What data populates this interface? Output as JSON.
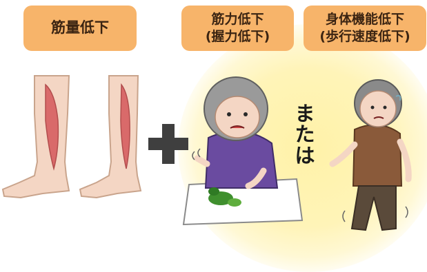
{
  "labels": {
    "muscle_mass": "筋量低下",
    "strength_line1": "筋力低下",
    "strength_line2": "(握力低下)",
    "physical_line1": "身体機能低下",
    "physical_line2": "(歩行速度低下)"
  },
  "connector": {
    "or_chars": [
      "ま",
      "た",
      "は"
    ]
  },
  "icons": {
    "legs": "legs-muscle-icon",
    "plus": "plus-icon",
    "grip": "elderly-woman-dropping-icon",
    "walk": "elderly-man-walking-icon"
  },
  "colors": {
    "label_bg": "#f7b46a",
    "glow": "#fff2a8",
    "skin": "#f4d6c4",
    "muscle": "#d96a6a",
    "plus": "#3f3f3f"
  }
}
